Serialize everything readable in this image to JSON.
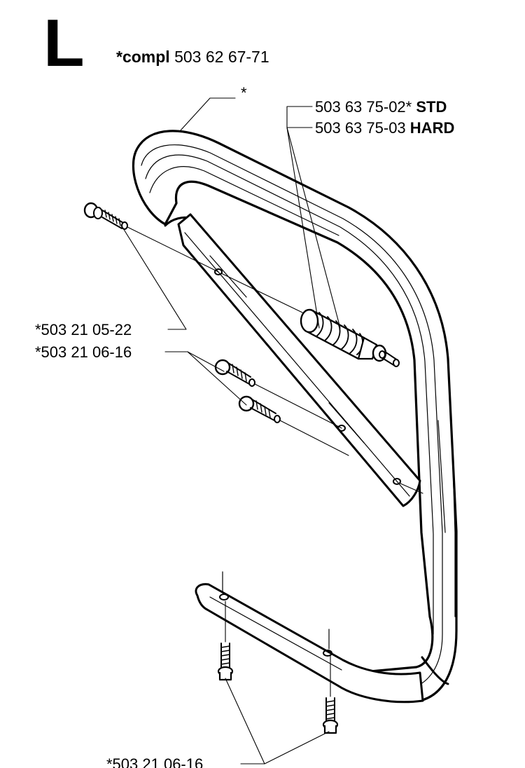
{
  "section": {
    "letter": "L",
    "compl_prefix": "*compl",
    "compl_part": "503 62 67-71"
  },
  "callouts": {
    "handle_marker": "*",
    "buffer_std_part": "503 63 75-02*",
    "buffer_std_grade": "STD",
    "buffer_hard_part": "503 63 75-03",
    "buffer_hard_grade": "HARD",
    "screw_a": "*503 21 05-22",
    "screw_b": "*503 21 06-16",
    "screw_c": "*503 21 06-16"
  }
}
